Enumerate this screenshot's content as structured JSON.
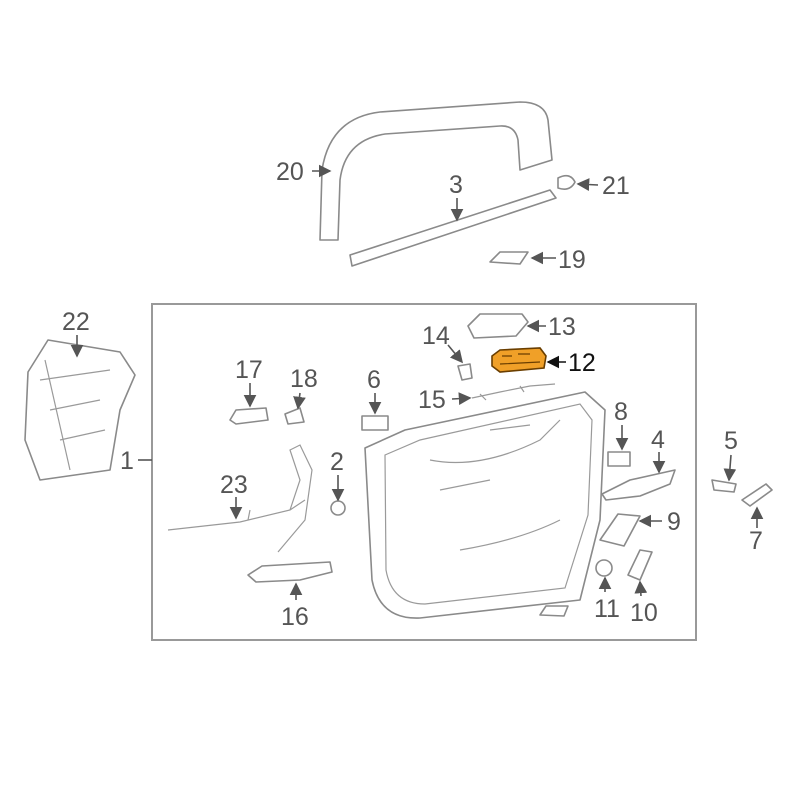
{
  "diagram": {
    "highlight_color": "#f0a028",
    "callouts": [
      {
        "id": "20",
        "label": "20"
      },
      {
        "id": "3",
        "label": "3"
      },
      {
        "id": "21",
        "label": "21"
      },
      {
        "id": "19",
        "label": "19"
      },
      {
        "id": "22",
        "label": "22"
      },
      {
        "id": "14",
        "label": "14"
      },
      {
        "id": "13",
        "label": "13"
      },
      {
        "id": "12",
        "label": "12",
        "highlighted": true
      },
      {
        "id": "17",
        "label": "17"
      },
      {
        "id": "18",
        "label": "18"
      },
      {
        "id": "6",
        "label": "6"
      },
      {
        "id": "15",
        "label": "15"
      },
      {
        "id": "8",
        "label": "8"
      },
      {
        "id": "5",
        "label": "5"
      },
      {
        "id": "4",
        "label": "4"
      },
      {
        "id": "1",
        "label": "1"
      },
      {
        "id": "2",
        "label": "2"
      },
      {
        "id": "23",
        "label": "23"
      },
      {
        "id": "9",
        "label": "9"
      },
      {
        "id": "7",
        "label": "7"
      },
      {
        "id": "11",
        "label": "11"
      },
      {
        "id": "10",
        "label": "10"
      },
      {
        "id": "16",
        "label": "16"
      }
    ]
  }
}
